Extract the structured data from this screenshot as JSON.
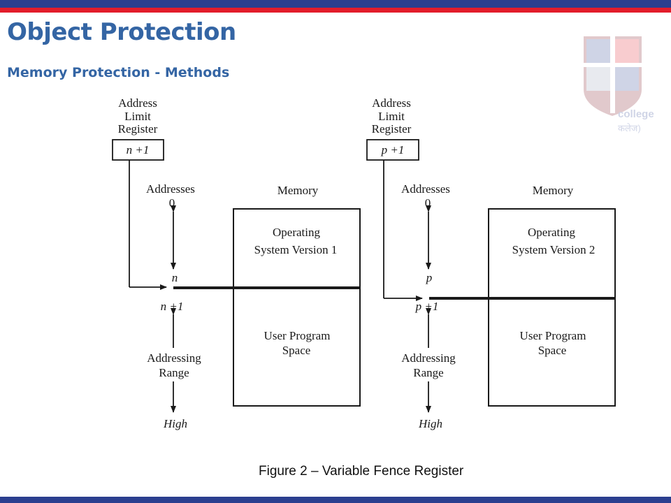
{
  "slide": {
    "title": "Object Protection",
    "subtitle": "Memory Protection - Methods",
    "caption": "Figure 2 – Variable Fence Register",
    "colors": {
      "accent_blue": "#3465a4",
      "band_blue": "#2b3f8f",
      "band_red": "#e21d2b"
    }
  },
  "logo": {
    "icon": "college-crest-icon",
    "line1": "college",
    "line2": "कलेज)"
  },
  "diagrams": [
    {
      "register_label": [
        "Address",
        "Limit",
        "Register"
      ],
      "register_value": "n +1",
      "addresses_label": [
        "Addresses",
        "0"
      ],
      "fence_label": "n",
      "after_fence_label": "n +1",
      "range_label": [
        "Addressing",
        "Range"
      ],
      "high_label": "High",
      "memory_label": "Memory",
      "os_label": [
        "Operating",
        "System Version 1"
      ],
      "user_label": [
        "User Program",
        "Space"
      ]
    },
    {
      "register_label": [
        "Address",
        "Limit",
        "Register"
      ],
      "register_value": "p +1",
      "addresses_label": [
        "Addresses",
        "0"
      ],
      "fence_label": "p",
      "after_fence_label": "p +1",
      "range_label": [
        "Addressing",
        "Range"
      ],
      "high_label": "High",
      "memory_label": "Memory",
      "os_label": [
        "Operating",
        "System Version 2"
      ],
      "user_label": [
        "User Program",
        "Space"
      ]
    }
  ]
}
